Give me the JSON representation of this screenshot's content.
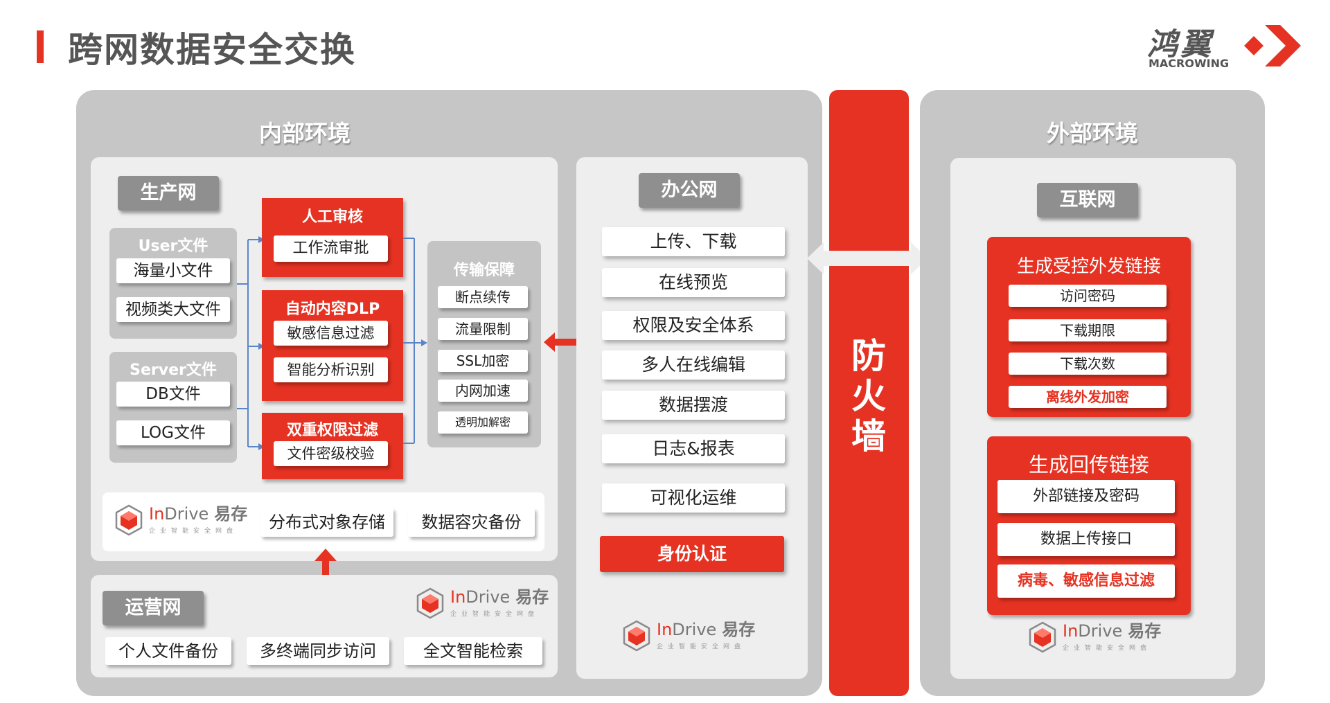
{
  "header": {
    "title": "跨网数据安全交换"
  },
  "brand": {
    "name_cn": "鸿翼",
    "name_en": "MACROWING"
  },
  "product_logo": {
    "in": "In",
    "drive": "Drive",
    "cn": "易存",
    "tagline": "企业智能安全网盘"
  },
  "colors": {
    "accent_red": "#e53222",
    "region_gray": "#c6c6c6",
    "panel_gray": "#eeeeee",
    "tag_gray": "#8f8f8f"
  },
  "internal": {
    "title": "内部环境",
    "production": {
      "tag": "生产网",
      "user_files": {
        "title": "User文件",
        "items": [
          "海量小文件",
          "视频类大文件"
        ]
      },
      "server_files": {
        "title": "Server文件",
        "items": [
          "DB文件",
          "LOG文件"
        ]
      },
      "manual_review": {
        "title": "人工审核",
        "items": [
          "工作流审批"
        ]
      },
      "auto_dlp": {
        "title": "自动内容DLP",
        "items": [
          "敏感信息过滤",
          "智能分析识别"
        ]
      },
      "dual_filter": {
        "title": "双重权限过滤",
        "items": [
          "文件密级校验"
        ]
      },
      "transport": {
        "title": "传输保障",
        "items": [
          "断点续传",
          "流量限制",
          "SSL加密",
          "内网加速",
          "透明加解密"
        ]
      },
      "storage": {
        "items": [
          "分布式对象存储",
          "数据容灾备份"
        ]
      }
    },
    "operations": {
      "tag": "运营网",
      "items": [
        "个人文件备份",
        "多终端同步访问",
        "全文智能检索"
      ]
    },
    "office": {
      "tag": "办公网",
      "items": [
        "上传、下载",
        "在线预览",
        "权限及安全体系",
        "多人在线编辑",
        "数据摆渡",
        "日志&报表",
        "可视化运维"
      ],
      "highlight": "身份认证"
    }
  },
  "firewall": {
    "label": "防火墙"
  },
  "external": {
    "title": "外部环境",
    "internet": {
      "tag": "互联网",
      "controlled_link": {
        "title": "生成受控外发链接",
        "items": [
          "访问密码",
          "下载期限",
          "下载次数"
        ],
        "highlight": "离线外发加密"
      },
      "return_link": {
        "title": "生成回传链接",
        "items": [
          "外部链接及密码",
          "数据上传接口"
        ],
        "highlight": "病毒、敏感信息过滤"
      }
    }
  }
}
